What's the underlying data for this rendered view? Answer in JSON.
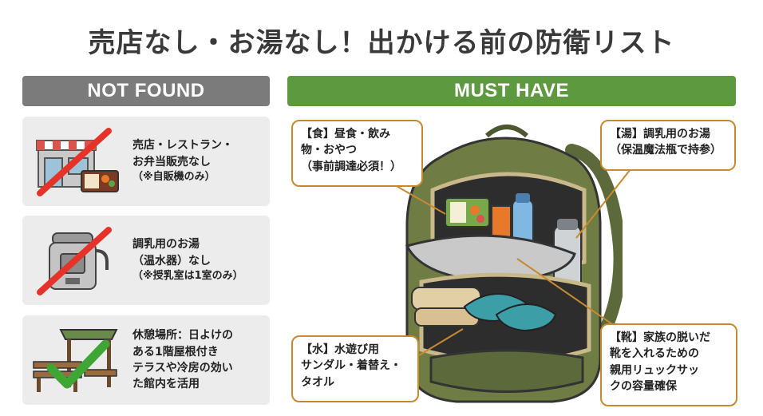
{
  "title": "売店なし・お湯なし！出かける前の防衛リスト",
  "headers": {
    "not_found": "NOT FOUND",
    "must_have": "MUST HAVE"
  },
  "colors": {
    "not_found_header": "#7b7b7b",
    "must_have_header": "#5d9a3f",
    "card_bg": "#ececec",
    "callout_border": "#c8892f",
    "cross": "#e5332a",
    "check": "#3fa535"
  },
  "not_found_items": [
    {
      "icon": "shop-crossed-icon",
      "lines": [
        "売店・レストラン・",
        "お弁当販売なし"
      ],
      "note": "（※自販機のみ）"
    },
    {
      "icon": "hot-water-pot-crossed-icon",
      "lines": [
        "調乳用のお湯",
        "（温水器）なし"
      ],
      "note": "（※授乳室は1室のみ）"
    },
    {
      "icon": "bench-shelter-check-icon",
      "lines": [
        "休憩場所：日よけの",
        "ある1階屋根付き",
        "テラスや冷房の効い",
        "た館内を活用"
      ],
      "note": ""
    }
  ],
  "callouts": {
    "food": [
      "【食】昼食・飲み",
      "物・おやつ",
      "（事前調達必須！）"
    ],
    "water": [
      "【湯】調乳用のお湯",
      "（保温魔法瓶で持参）"
    ],
    "swim": [
      "【水】水遊び用",
      "サンダル・着替え・",
      "タオル"
    ],
    "shoes": [
      "【靴】家族の脱いだ",
      "靴を入れるための",
      "親用リュックサッ",
      "クの容量確保"
    ]
  }
}
